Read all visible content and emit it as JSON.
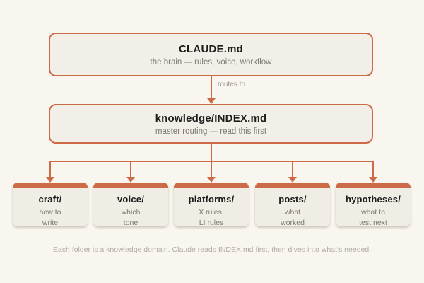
{
  "colors": {
    "accent": "#cd6a48",
    "background": "#f8f6ef",
    "panel_fill": "#f1efe8",
    "folder_fill": "#efede4"
  },
  "root_box": {
    "title": "CLAUDE.md",
    "subtitle": "the brain — rules, voice, workflow"
  },
  "edge_label": "routes to",
  "index_box": {
    "title": "knowledge/INDEX.md",
    "subtitle": "master routing — read this first"
  },
  "folders": [
    {
      "title": "craft/",
      "line1": "how to",
      "line2": "write"
    },
    {
      "title": "voice/",
      "line1": "which",
      "line2": "tone"
    },
    {
      "title": "platforms/",
      "line1": "X rules,",
      "line2": "LI rules"
    },
    {
      "title": "posts/",
      "line1": "what",
      "line2": "worked"
    },
    {
      "title": "hypotheses/",
      "line1": "what to",
      "line2": "test next"
    }
  ],
  "caption": "Each folder is a knowledge domain. Claude reads INDEX.md first, then dives into what's needed."
}
